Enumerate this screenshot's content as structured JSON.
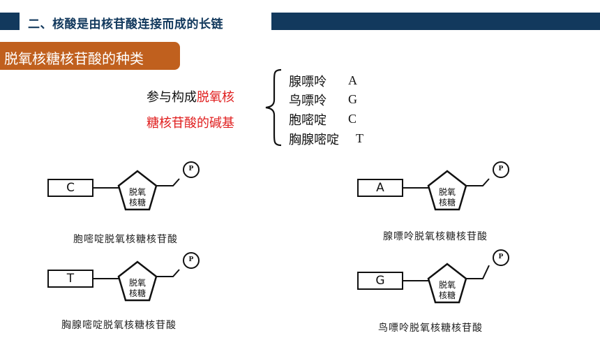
{
  "header": {
    "title": "二、核酸是由核苷酸连接而成的长链"
  },
  "subtitle": "脱氧核糖核苷酸的种类",
  "description": {
    "line1_black": "参与构成",
    "line1_red": "脱氧核",
    "line2_red": "糖核苷酸的碱基"
  },
  "bases": [
    {
      "name": "腺嘌呤",
      "letter": "A"
    },
    {
      "name": "鸟嘌呤",
      "letter": "G"
    },
    {
      "name": "胞嘧啶",
      "letter": "C"
    },
    {
      "name": "胸腺嘧啶",
      "letter": "T"
    }
  ],
  "nucleotides": [
    {
      "base": "C",
      "sugar_line1": "脱氧",
      "sugar_line2": "核糖",
      "phosphate": "P",
      "caption": "胞嘧啶脱氧核糖核苷酸"
    },
    {
      "base": "A",
      "sugar_line1": "脱氧",
      "sugar_line2": "核糖",
      "phosphate": "P",
      "caption": "腺嘌呤脱氧核糖核苷酸"
    },
    {
      "base": "T",
      "sugar_line1": "脱氧",
      "sugar_line2": "核糖",
      "phosphate": "P",
      "caption": "胸腺嘧啶脱氧核糖核苷酸"
    },
    {
      "base": "G",
      "sugar_line1": "脱氧",
      "sugar_line2": "核糖",
      "phosphate": "P",
      "caption": "鸟嘌呤脱氧核糖核苷酸"
    }
  ],
  "colors": {
    "header_bg": "#12395d",
    "subtitle_bg": "#c0601e",
    "highlight_red": "#e01f1f"
  }
}
